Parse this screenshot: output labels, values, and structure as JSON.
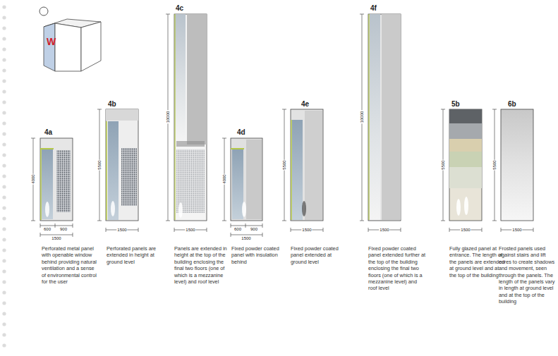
{
  "diagram": {
    "labels": [
      "W",
      "4a",
      "4000",
      "600",
      "900",
      "1500",
      "Perforated metal panel with openable window behind providing natural ventilation and a sense of environmental control for the user",
      "4b",
      "5500",
      "1500",
      "Perforated panels are extended in height at ground level",
      "4c",
      "10000",
      "1500",
      "Panels are extended in height at the top of the building enclosing the final two floors (one of which is a mezzanine level) and roof level",
      "4d",
      "4000",
      "600",
      "900",
      "1500",
      "Fixed powder coated panel with insulation behind",
      "4e",
      "5500",
      "1500",
      "Fixed powder coated panel extended at ground level",
      "4f",
      "10000",
      "1500",
      "Fixed powder coated panel extended further at the top of the building enclosing the final two floors (one of which is a mezzanine level) and roof level",
      "5b",
      "5500",
      "1500",
      "Fully glazed panel at entrance. The length of the panels are extended at ground level and at the top of the building",
      "6b",
      "5500",
      "1500",
      "Frosted panels used against stairs and lift cores to create shadows and movement, seen through the panels. The length of the panels vary in length at ground level and at the top of the building"
    ]
  }
}
